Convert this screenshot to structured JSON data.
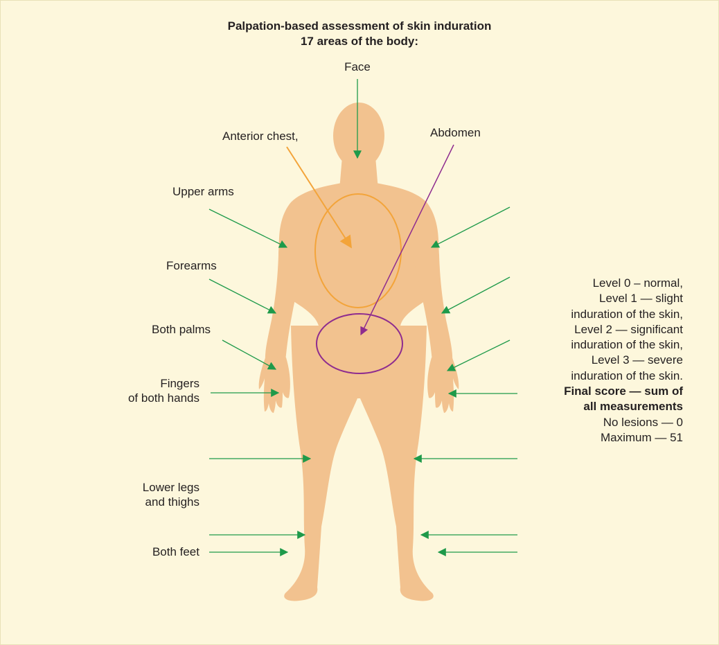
{
  "colors": {
    "background": "#fdf7dc",
    "body": "#f2c28f",
    "arrow_green": "#1e9a4a",
    "chest_orange": "#f3a43a",
    "abdomen_purple": "#8e2c8f"
  },
  "title": {
    "line1": "Palpation-based assessment of skin induration",
    "line2": "17 areas of the body:"
  },
  "labels": {
    "face": "Face",
    "anterior_chest": "Anterior chest,",
    "abdomen": "Abdomen",
    "upper_arms": "Upper arms",
    "forearms": "Forearms",
    "both_palms": "Both palms",
    "fingers_line1": "Fingers",
    "fingers_line2": "of both hands",
    "legs_line1": "Lower legs",
    "legs_line2": "and thighs",
    "both_feet": "Both feet"
  },
  "legend": {
    "lines": [
      "Level 0 – normal,",
      "Level 1 — slight",
      "induration of the skin,",
      "Level 2 — significant",
      "induration of the skin,",
      "Level 3 — severe",
      "induration of the skin."
    ],
    "final_line1": "Final score — sum of",
    "final_line2": "all measurements",
    "no_lesions": "No lesions — 0",
    "maximum": "Maximum — 51"
  }
}
